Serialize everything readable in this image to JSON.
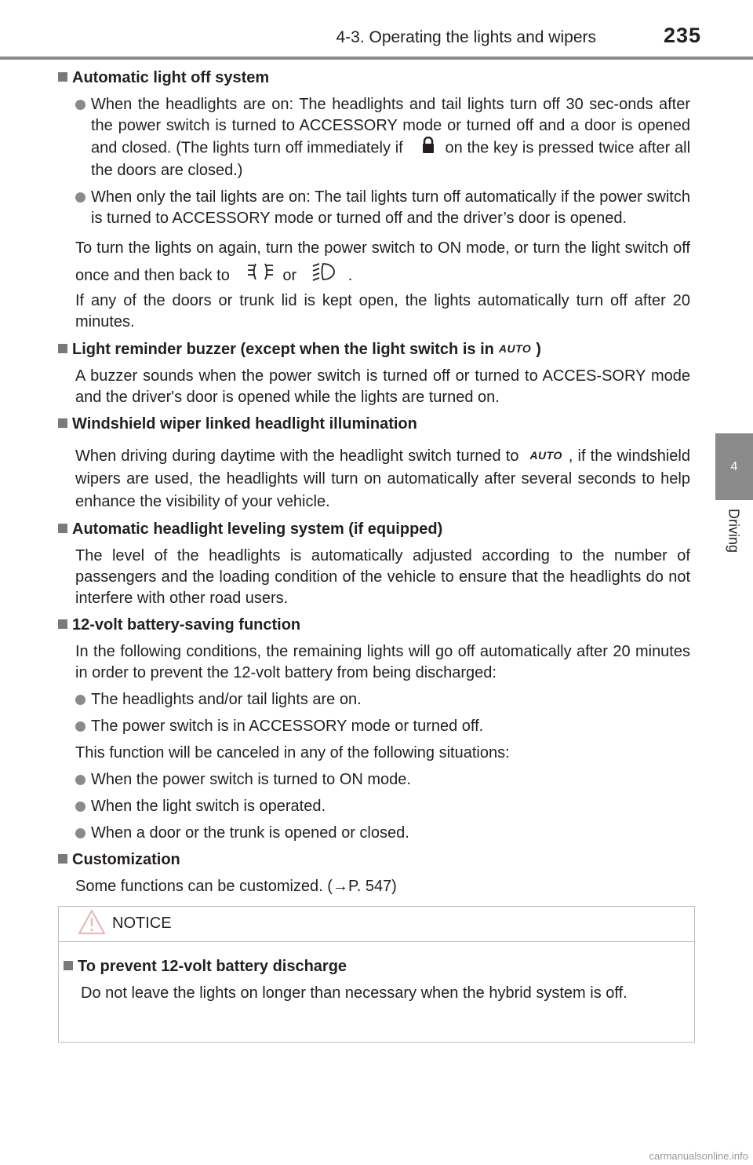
{
  "header": {
    "section": "4-3. Operating the lights and wipers",
    "page_number": "235"
  },
  "side_tab": {
    "chapter": "4",
    "label": "Driving"
  },
  "icons": {
    "lock": "lock-icon",
    "headlight": "headlight-icon",
    "tail_light": "tail-light-icon",
    "auto": "AUTO",
    "warning": "warning-triangle-icon"
  },
  "s1": {
    "title": "Automatic light off system",
    "b1_a": "When the headlights are on: The headlights and tail lights turn off 30 sec-onds after the power switch is turned to ACCESSORY mode or turned off and a door is opened and closed. (The lights turn off immediately if",
    "b1_b": "on the key is pressed twice after all the doors are closed.)",
    "b2": "When only the tail lights are on: The tail lights turn off automatically if the power switch is turned to ACCESSORY mode or turned off and the driver’s door is opened.",
    "p1_a": "To turn the lights on again, turn the power switch to ON mode, or turn the light switch off once and then back to",
    "p1_or": "or",
    "p1_end": ".",
    "p2": "If any of the doors or trunk lid is kept open, the lights automatically turn off after 20 minutes."
  },
  "s2": {
    "title_a": "Light reminder buzzer (except when the light switch is in",
    "title_b": ")",
    "p1": "A buzzer sounds when the power switch is turned off or turned to ACCES-SORY mode and the driver's door is opened while the lights are turned on."
  },
  "s3": {
    "title": "Windshield wiper linked headlight illumination",
    "p1_a": "When driving during daytime with the headlight switch turned to",
    "p1_b": ", if the windshield wipers are used, the headlights will turn on automatically after several seconds to help enhance the visibility of your vehicle."
  },
  "s4": {
    "title": "Automatic headlight leveling system (if equipped)",
    "p1": "The level of the headlights is automatically adjusted according to the number of passengers and the loading condition of the vehicle to ensure that the headlights do not interfere with other road users."
  },
  "s5": {
    "title": "12-volt battery-saving function",
    "p1": "In the following conditions, the remaining lights will go off automatically after 20 minutes in order to prevent the 12-volt battery from being discharged:",
    "b1": "The headlights and/or tail lights are on.",
    "b2": "The power switch is in ACCESSORY mode or turned off.",
    "p2": "This function will be canceled in any of the following situations:",
    "b3": "When the power switch is turned to ON mode.",
    "b4": "When the light switch is operated.",
    "b5": "When a door or the trunk is opened or closed."
  },
  "s6": {
    "title": "Customization",
    "p1": "Some functions can be customized. (→P. 547)"
  },
  "notice": {
    "title": "NOTICE",
    "sub_title": "To prevent 12-volt battery discharge",
    "p1": "Do not leave the lights on longer than necessary when the hybrid system is off."
  },
  "footer": {
    "watermark": "carmanualsonline.info"
  }
}
